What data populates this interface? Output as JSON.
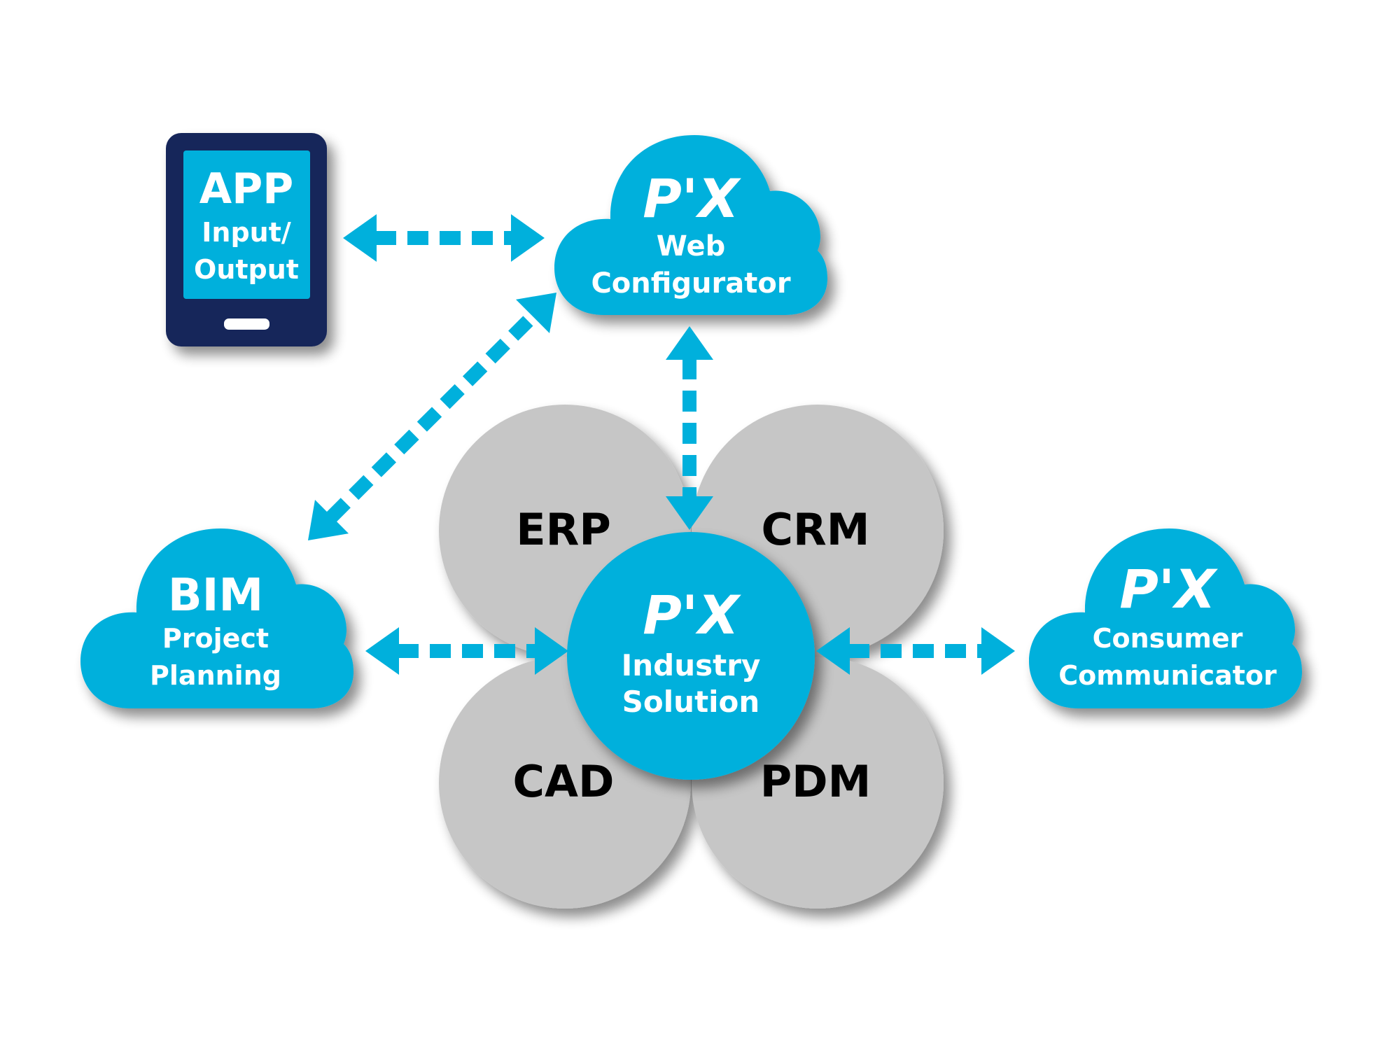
{
  "colors": {
    "accent_blue": "#00b0dc",
    "tablet_navy": "#14255a",
    "gray_circle": "#c6c6c6",
    "background": "#ffffff",
    "label_black": "#000000",
    "label_white": "#ffffff"
  },
  "app_tablet": {
    "icon": "tablet-icon",
    "title": "APP",
    "line1": "Input/",
    "line2": "Output"
  },
  "web_configurator": {
    "logo": "P'X",
    "line1": "Web",
    "line2": "Configurator"
  },
  "bim": {
    "title": "BIM",
    "line1": "Project",
    "line2": "Planning"
  },
  "consumer_communicator": {
    "logo": "P'X",
    "line1": "Consumer",
    "line2": "Communicator"
  },
  "industry_solution": {
    "logo": "P'X",
    "line1": "Industry",
    "line2": "Solution"
  },
  "systems": {
    "erp": "ERP",
    "crm": "CRM",
    "cad": "CAD",
    "pdm": "PDM"
  },
  "connections": [
    {
      "from": "APP Input/Output",
      "to": "Web Configurator",
      "type": "bidirectional-dashed"
    },
    {
      "from": "BIM Project Planning",
      "to": "Web Configurator",
      "type": "bidirectional-dashed"
    },
    {
      "from": "Web Configurator",
      "to": "Industry Solution",
      "type": "bidirectional-dashed"
    },
    {
      "from": "BIM Project Planning",
      "to": "Industry Solution",
      "type": "bidirectional-dashed"
    },
    {
      "from": "Industry Solution",
      "to": "Consumer Communicator",
      "type": "bidirectional-dashed"
    }
  ]
}
